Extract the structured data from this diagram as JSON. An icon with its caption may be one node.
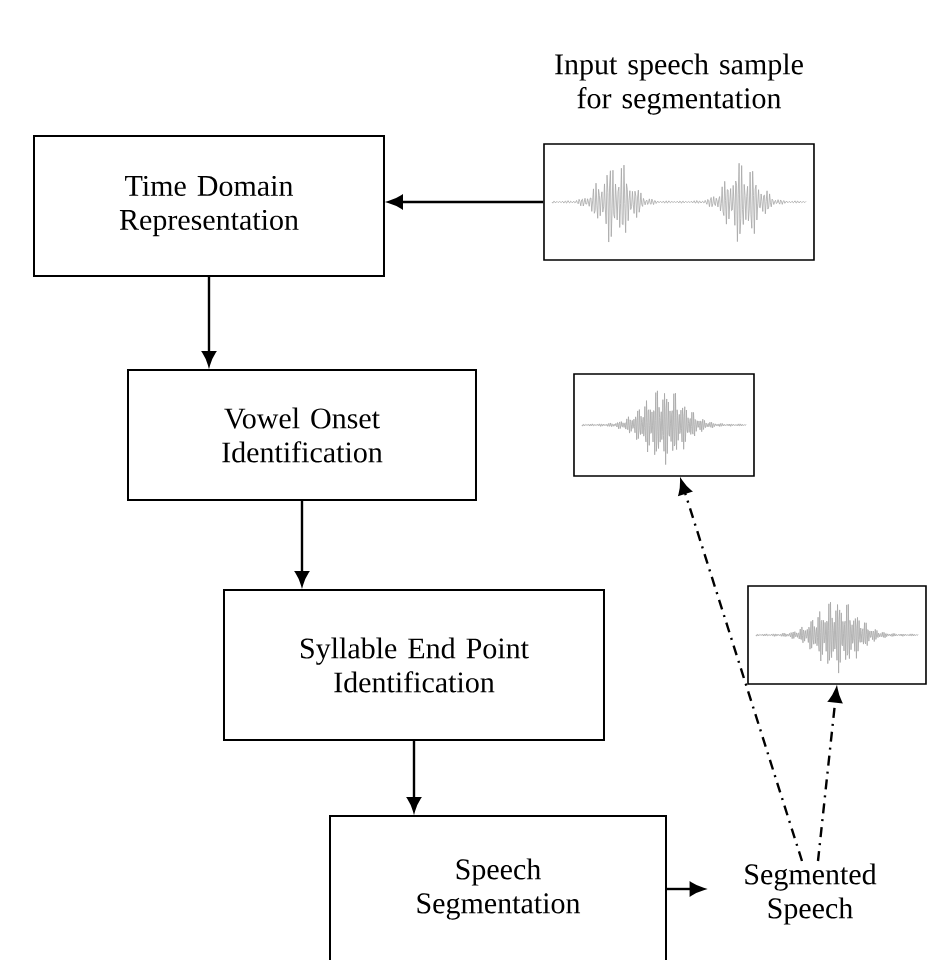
{
  "diagram": {
    "nodes": [
      {
        "text": [
          "Time Domain Representation"
        ]
      },
      {
        "text": [
          "Input speech sample for segmentation"
        ]
      },
      {
        "text": [
          "Vowel Onset Identification"
        ]
      },
      {
        "text": [],
        "shape": "picture"
      },
      {
        "text": [
          "Syllable End Point Identification"
        ]
      },
      {
        "text": [],
        "shape": "picture"
      },
      {
        "text": [
          "Speech Segmentation"
        ]
      },
      {
        "text": [
          "Segmented Speech"
        ]
      }
    ],
    "edges": [
      {
        "from": 1,
        "to": 0,
        "arrow": "to"
      },
      {
        "from": 0,
        "to": 2,
        "arrow": "to"
      },
      {
        "from": 2,
        "to": 4,
        "arrow": "to"
      },
      {
        "from": 4,
        "to": 6,
        "arrow": "to"
      },
      {
        "from": 6,
        "to": 7,
        "arrow": "to"
      },
      {
        "from": 7,
        "to": 3,
        "arrow": "to",
        "style": "dashed"
      },
      {
        "from": 7,
        "to": 5,
        "arrow": "to",
        "style": "dashed"
      }
    ]
  }
}
